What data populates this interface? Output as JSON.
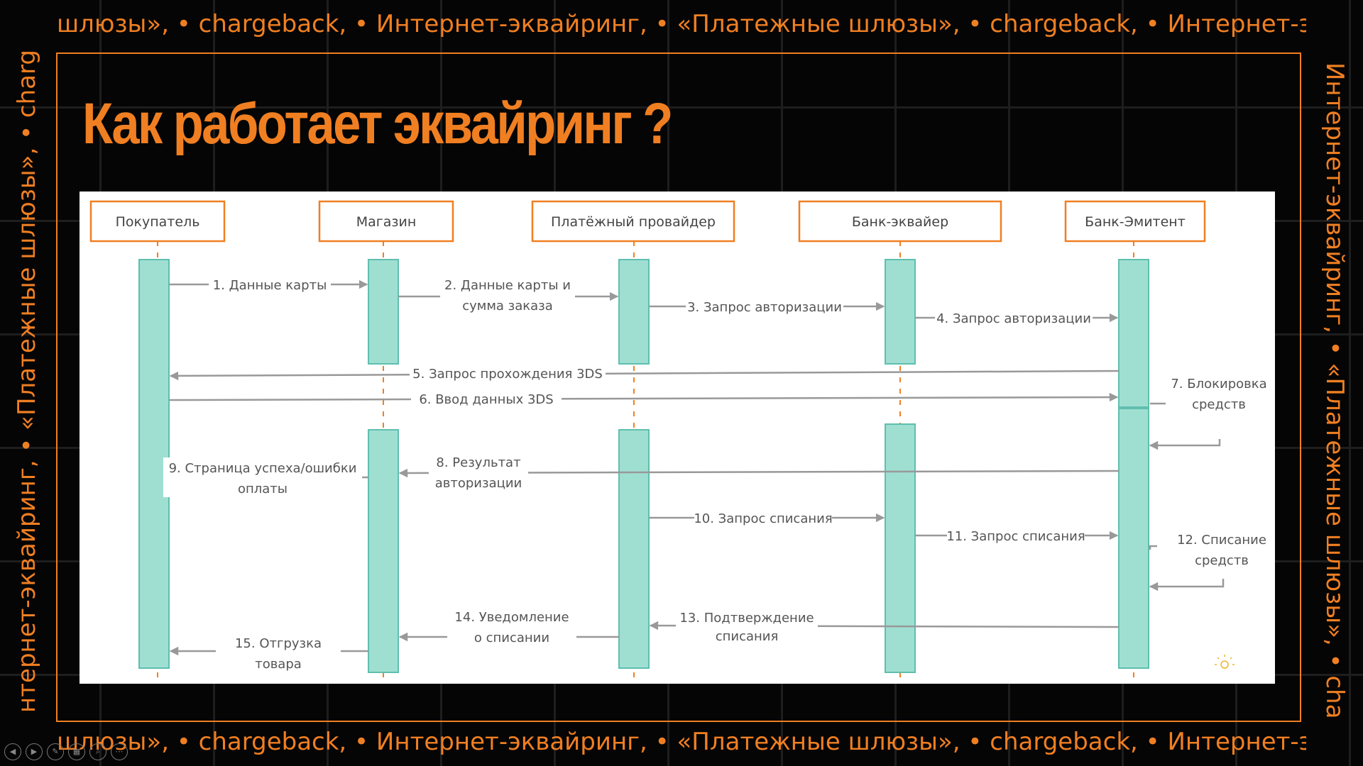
{
  "ticker": {
    "top": "шлюзы», • chargeback, • Интернет-эквайринг, • «Платежные шлюзы», • chargeback, • Интернет-эквайринг, • «Платежные шлюзы»",
    "bottom": "шлюзы», • chargeback, • Интернет-эквайринг, • «Платежные шлюзы», • chargeback, • Интернет-эквайринг, • «Платежные шлюзы»",
    "left": "нтернет-эквайринг, • «Платежные шлюзы», • chargeback, • Интернет-эквайринг",
    "right": "Интернет-эквайринг, • «Платежные шлюзы», • chargeback, • Интернет-эквайринг"
  },
  "title": "Как работает эквайринг ?",
  "participants": [
    "Покупатель",
    "Магазин",
    "Платёжный провайдер",
    "Банк-эквайер",
    "Банк-Эмитент"
  ],
  "messages": {
    "m1": "1. Данные карты",
    "m2a": "2. Данные карты и",
    "m2b": "сумма заказа",
    "m3": "3. Запрос авторизации",
    "m4": "4. Запрос авторизации",
    "m5": "5. Запрос прохождения 3DS",
    "m6": "6. Ввод данных 3DS",
    "m7a": "7. Блокировка",
    "m7b": "средств",
    "m8a": "8. Результат",
    "m8b": "авторизации",
    "m9a": "9. Страница успеха/ошибки",
    "m9b": "оплаты",
    "m10": "10. Запрос списания",
    "m11": "11. Запрос списания",
    "m12a": "12. Списание",
    "m12b": "средств",
    "m13a": "13. Подтверждение",
    "m13b": "списания",
    "m14a": "14. Уведомление",
    "m14b": "о списании",
    "m15a": "15. Отгрузка",
    "m15b": "товара"
  },
  "colors": {
    "accent": "#f07f22",
    "activation": "#9fdfd2",
    "activation_border": "#5fbfae",
    "arrow": "#999999"
  }
}
